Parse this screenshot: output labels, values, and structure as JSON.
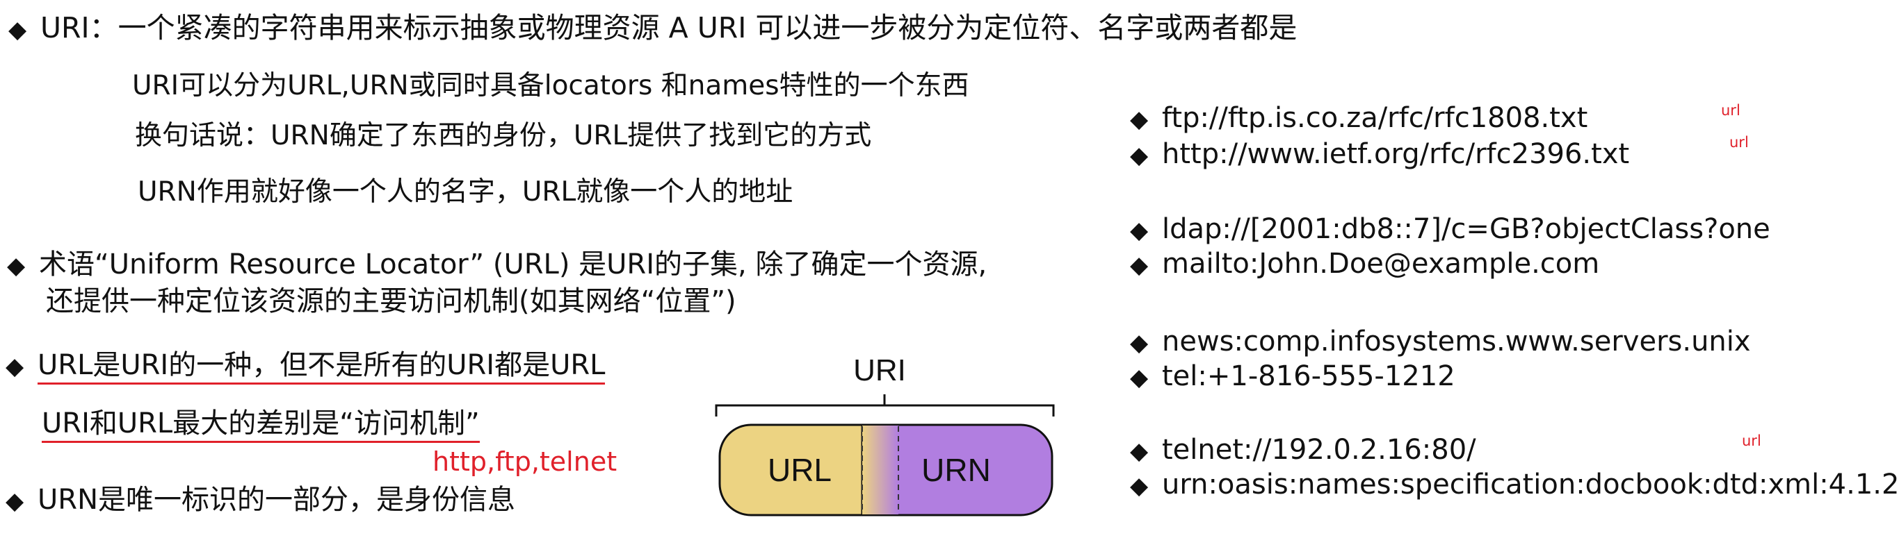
{
  "bullet_symbol": "◆",
  "left": {
    "uri_def": "URI：一个紧凑的字符串用来标示抽象或物理资源 A URI 可以进一步被分为定位符、名字或两者都是",
    "sub1": "URI可以分为URL,URN或同时具备locators 和names特性的一个东西",
    "sub2": "换句话说：URN确定了东西的身份，URL提供了找到它的方式",
    "sub3": "URN作用就好像一个人的名字，URL就像一个人的地址",
    "url_term_line1": "术语“Uniform Resource Locator” (URL) 是URI的子集, 除了确定一个资源,",
    "url_term_line2": "还提供一种定位该资源的主要访问机制(如其网络“位置”)",
    "url_kind": "URL是URI的一种，但不是所有的URI都是URL",
    "diff": "URI和URL最大的差别是“访问机制”",
    "protocols_note": "http,ftp,telnet",
    "urn_part": "URN是唯一标识的一部分，是身份信息"
  },
  "diagram": {
    "title": "URI",
    "left_label": "URL",
    "right_label": "URN",
    "left_color": "#ecd382",
    "right_color": "#b17ee0"
  },
  "examples": [
    {
      "text": "ftp://ftp.is.co.za/rfc/rfc1808.txt",
      "note": "url"
    },
    {
      "text": "http://www.ietf.org/rfc/rfc2396.txt",
      "note": "url"
    },
    {
      "text": "ldap://[2001:db8::7]/c=GB?objectClass?one",
      "note": ""
    },
    {
      "text": "mailto:John.Doe@example.com",
      "note": ""
    },
    {
      "text": "news:comp.infosystems.www.servers.unix",
      "note": ""
    },
    {
      "text": "tel:+1-816-555-1212",
      "note": ""
    },
    {
      "text": "telnet://192.0.2.16:80/",
      "note": "url"
    },
    {
      "text": "urn:oasis:names:specification:docbook:dtd:xml:4.1.2",
      "note": ""
    }
  ]
}
